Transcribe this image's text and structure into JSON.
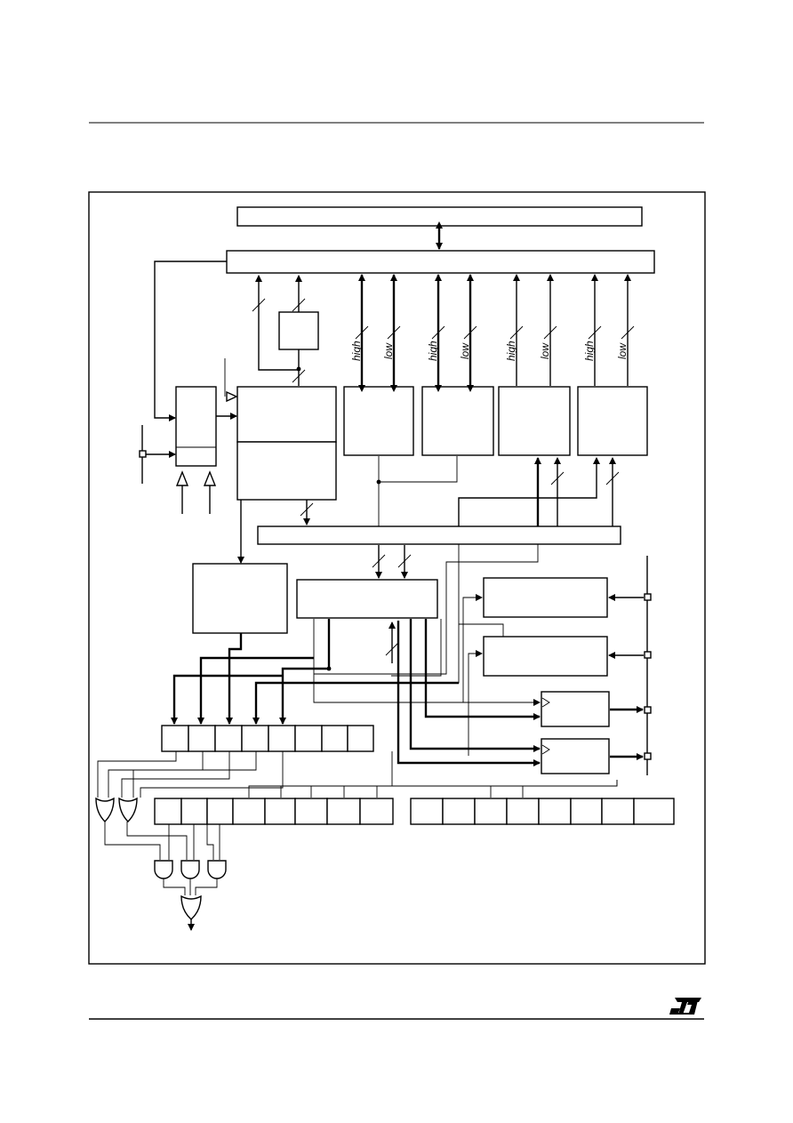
{
  "labels": {
    "bus1_high": "high",
    "bus1_low": "low",
    "bus2_high": "high",
    "bus2_low": "low",
    "bus3_high": "high",
    "bus3_low": "low",
    "bus4_high": "high",
    "bus4_low": "low"
  },
  "logo": "ST"
}
